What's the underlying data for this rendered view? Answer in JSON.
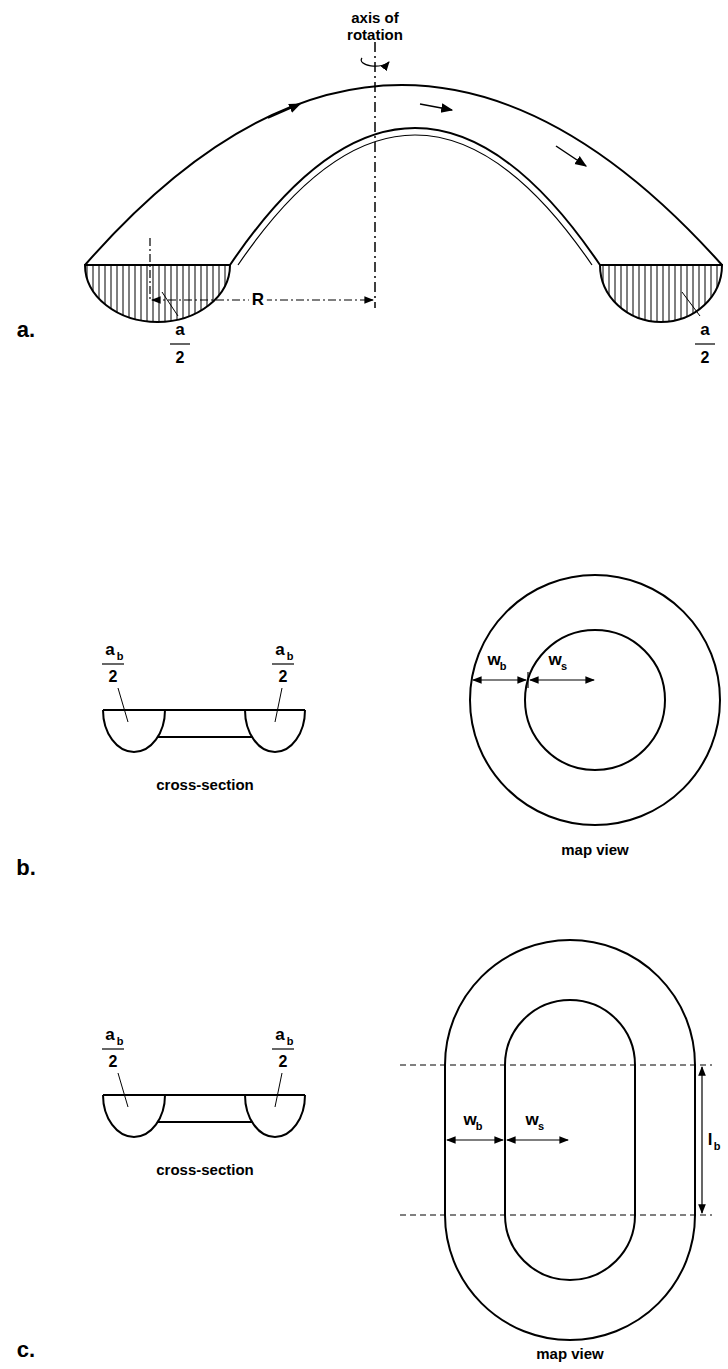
{
  "diagram": {
    "labels": [
      "axis of rotation",
      "R",
      "a",
      "2",
      "a",
      "2",
      "a.",
      "a",
      "b",
      "2",
      "a",
      "b",
      "2",
      "cross-section",
      "w",
      "b",
      "w",
      "s",
      "map view",
      "b.",
      "a",
      "b",
      "2",
      "a",
      "b",
      "2",
      "cross-section",
      "w",
      "b",
      "w",
      "s",
      "l",
      "b",
      "map view",
      "c."
    ]
  }
}
